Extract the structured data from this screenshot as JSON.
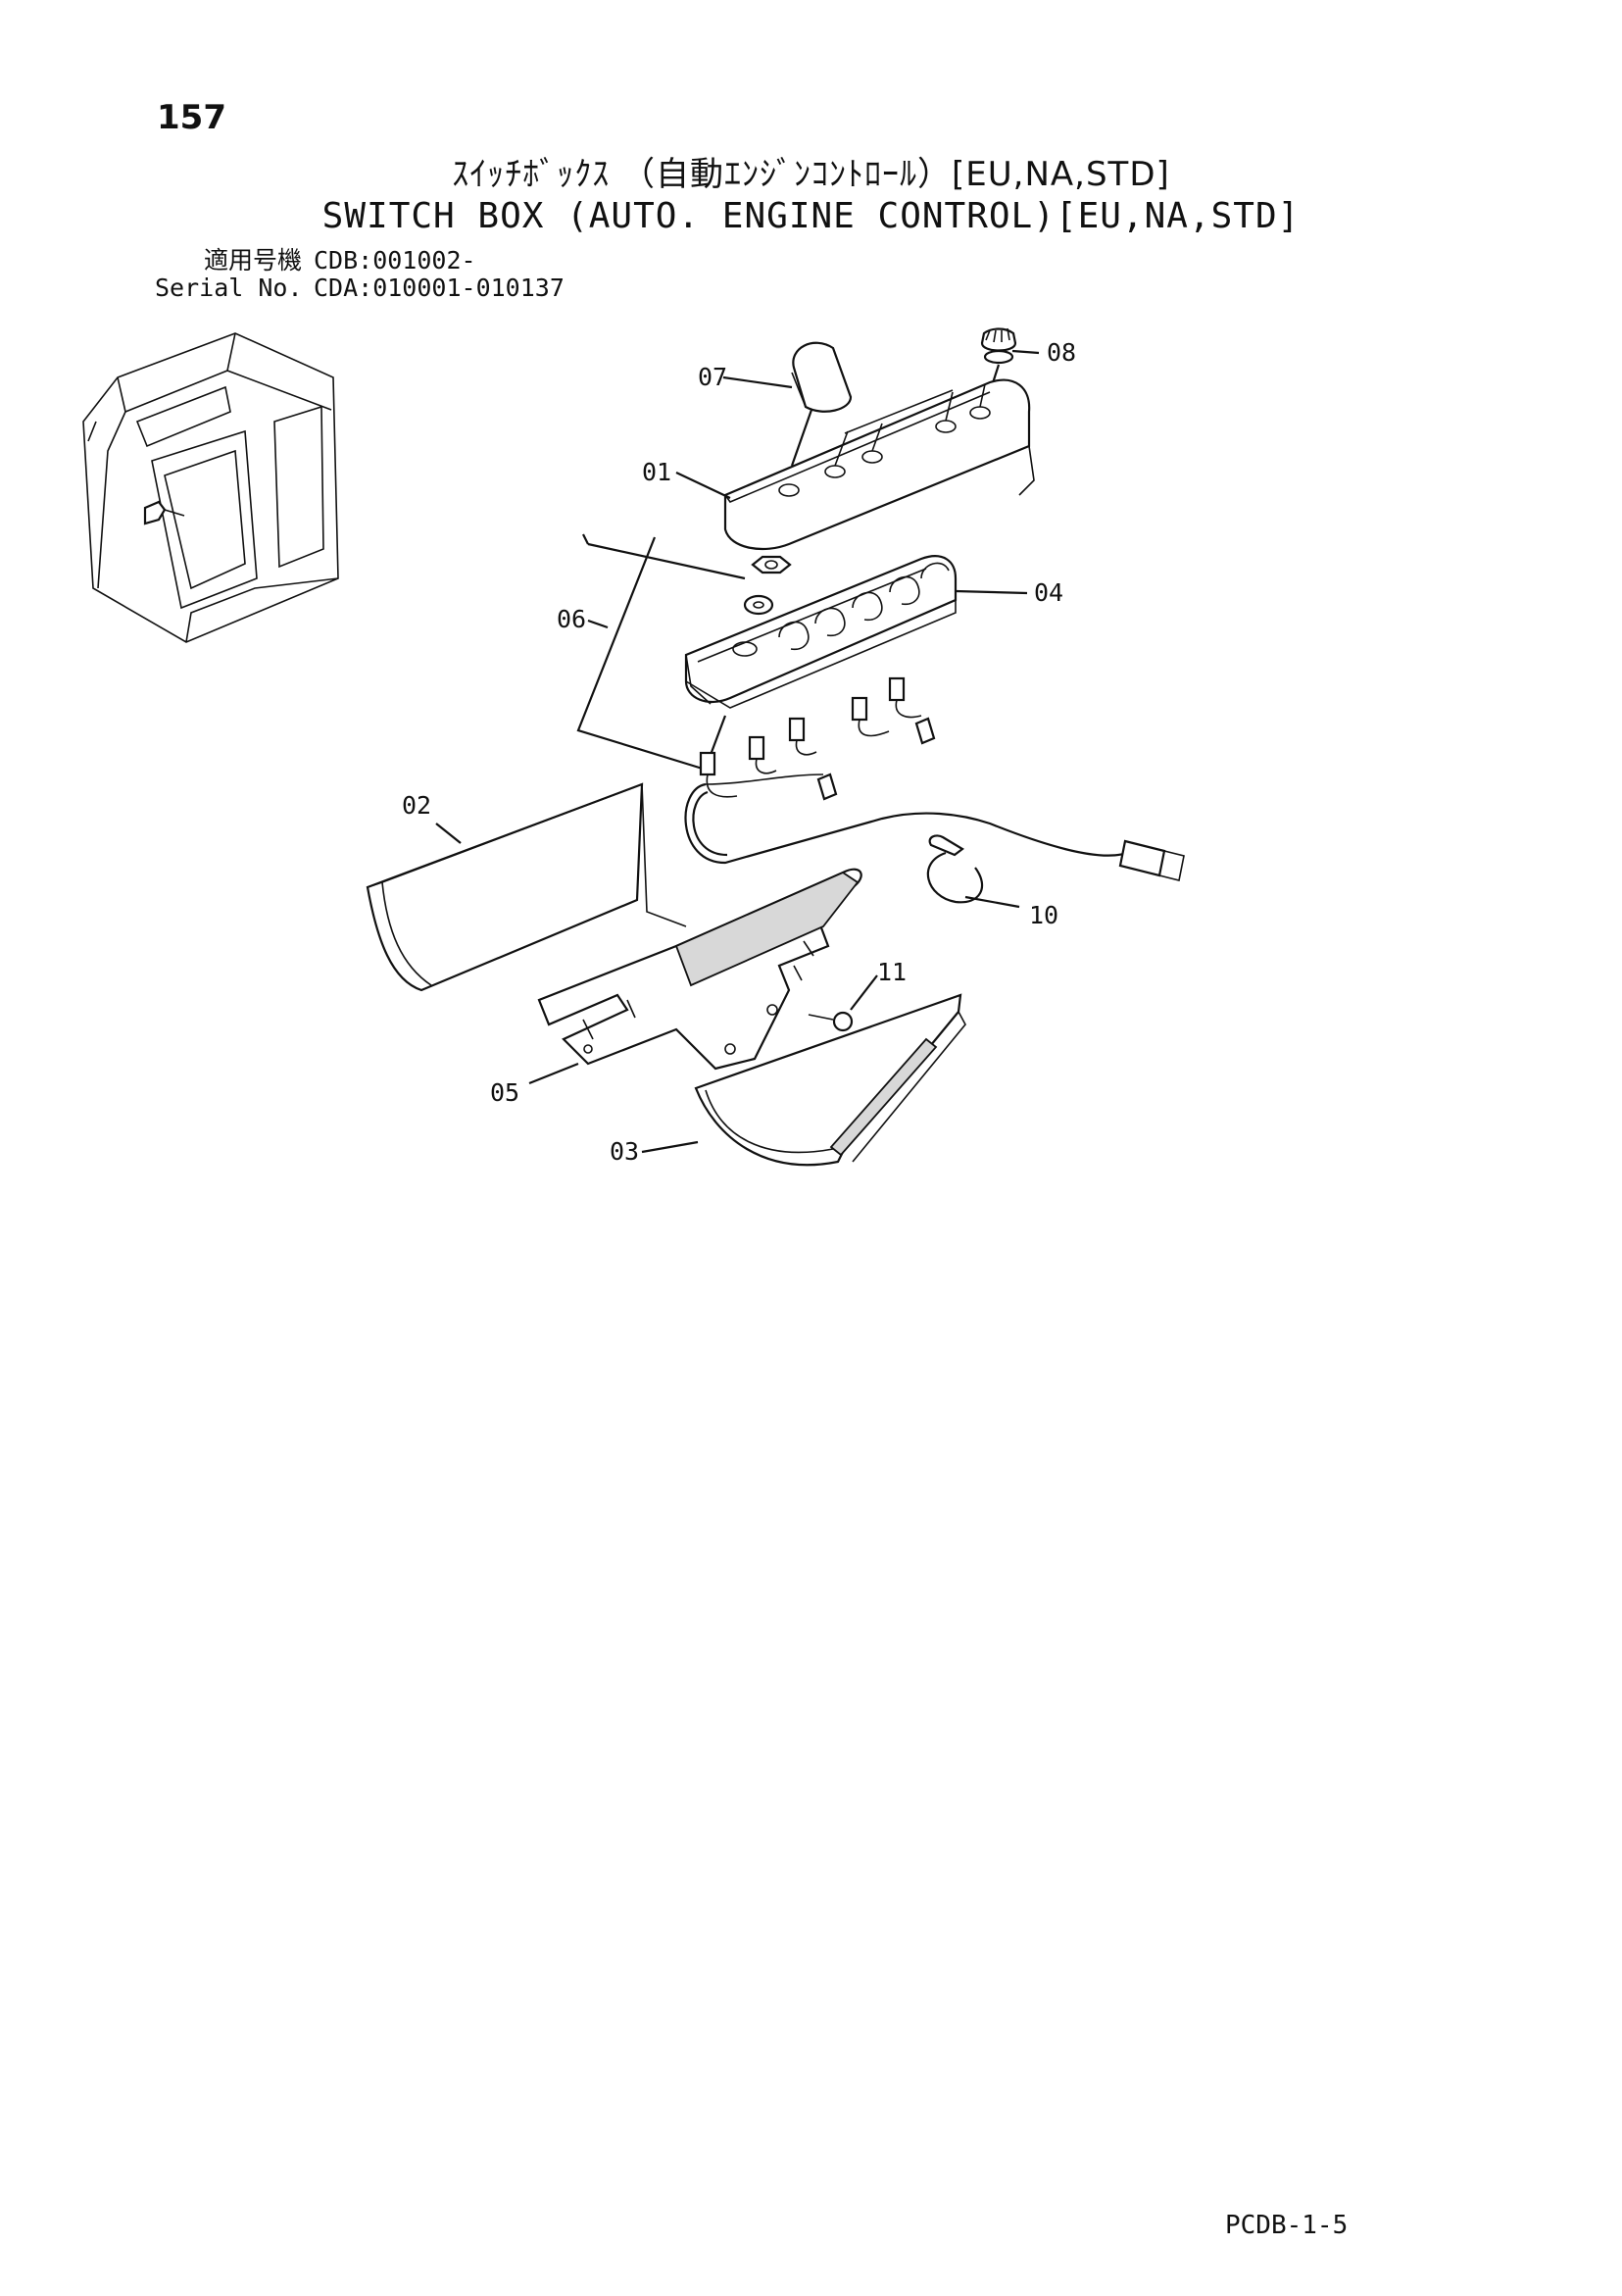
{
  "page": {
    "number": "157",
    "title_jp": "ｽｲｯﾁﾎﾞｯｸｽ （自動ｴﾝｼﾞﾝｺﾝﾄﾛｰﾙ）[EU,NA,STD]",
    "title_en": "SWITCH BOX (AUTO. ENGINE CONTROL)[EU,NA,STD]",
    "serial": {
      "label_jp": "適用号機",
      "value_1": "CDB:001002-",
      "label_en": "Serial No.",
      "value_2": "CDA:010001-010137"
    },
    "footer_code": "PCDB-1-5"
  },
  "callouts": {
    "c01": "01",
    "c02": "02",
    "c03": "03",
    "c04": "04",
    "c05": "05",
    "c06": "06",
    "c07": "07",
    "c08": "08",
    "c10": "10",
    "c11": "11"
  }
}
